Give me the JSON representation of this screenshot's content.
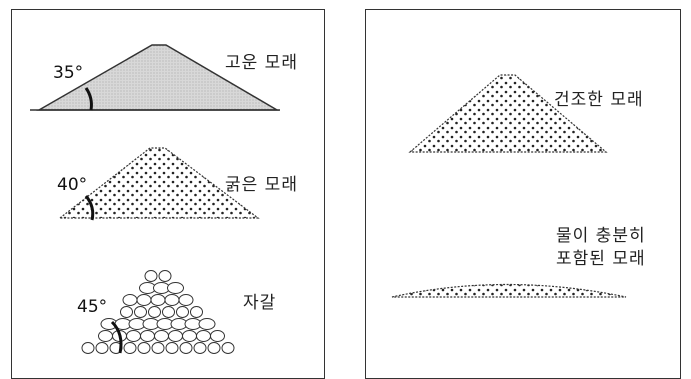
{
  "left_panel": {
    "fine_sand": {
      "label": "고운 모래",
      "angle": "35°"
    },
    "coarse_sand": {
      "label": "굵은 모래",
      "angle": "40°"
    },
    "gravel": {
      "label": "자갈",
      "angle": "45°"
    }
  },
  "right_panel": {
    "dry_sand": {
      "label": "건조한 모래"
    },
    "wet_sand": {
      "label_line1": "물이 충분히",
      "label_line2": "포함된 모래"
    }
  }
}
